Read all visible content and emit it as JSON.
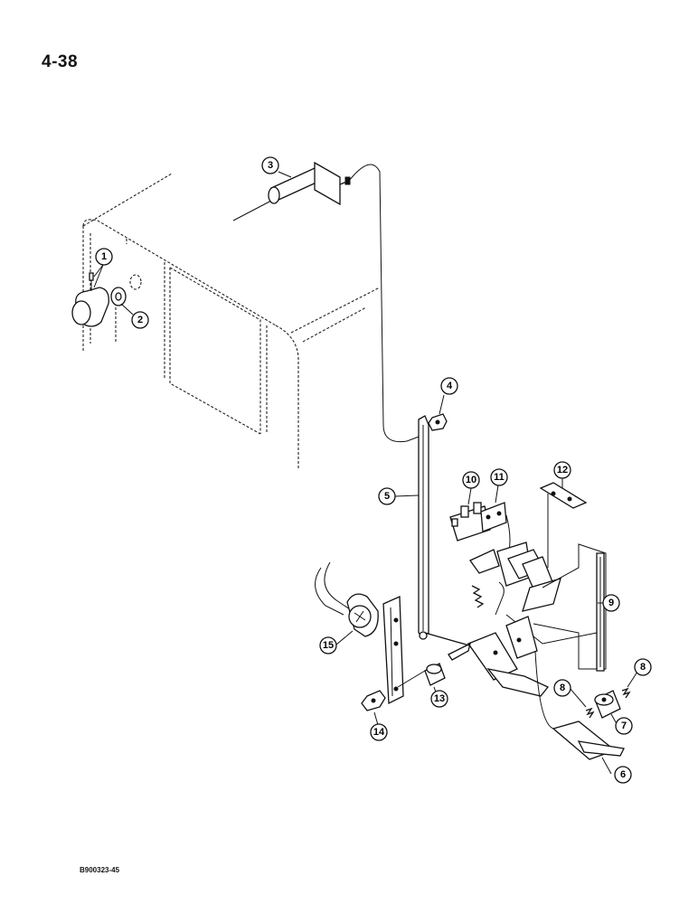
{
  "page": {
    "number": "4-38",
    "figure_code": "B900323-45"
  },
  "callouts": [
    "1",
    "2",
    "3",
    "4",
    "5",
    "6",
    "7",
    "8",
    "8",
    "9",
    "10",
    "11",
    "12",
    "13",
    "14",
    "15"
  ]
}
